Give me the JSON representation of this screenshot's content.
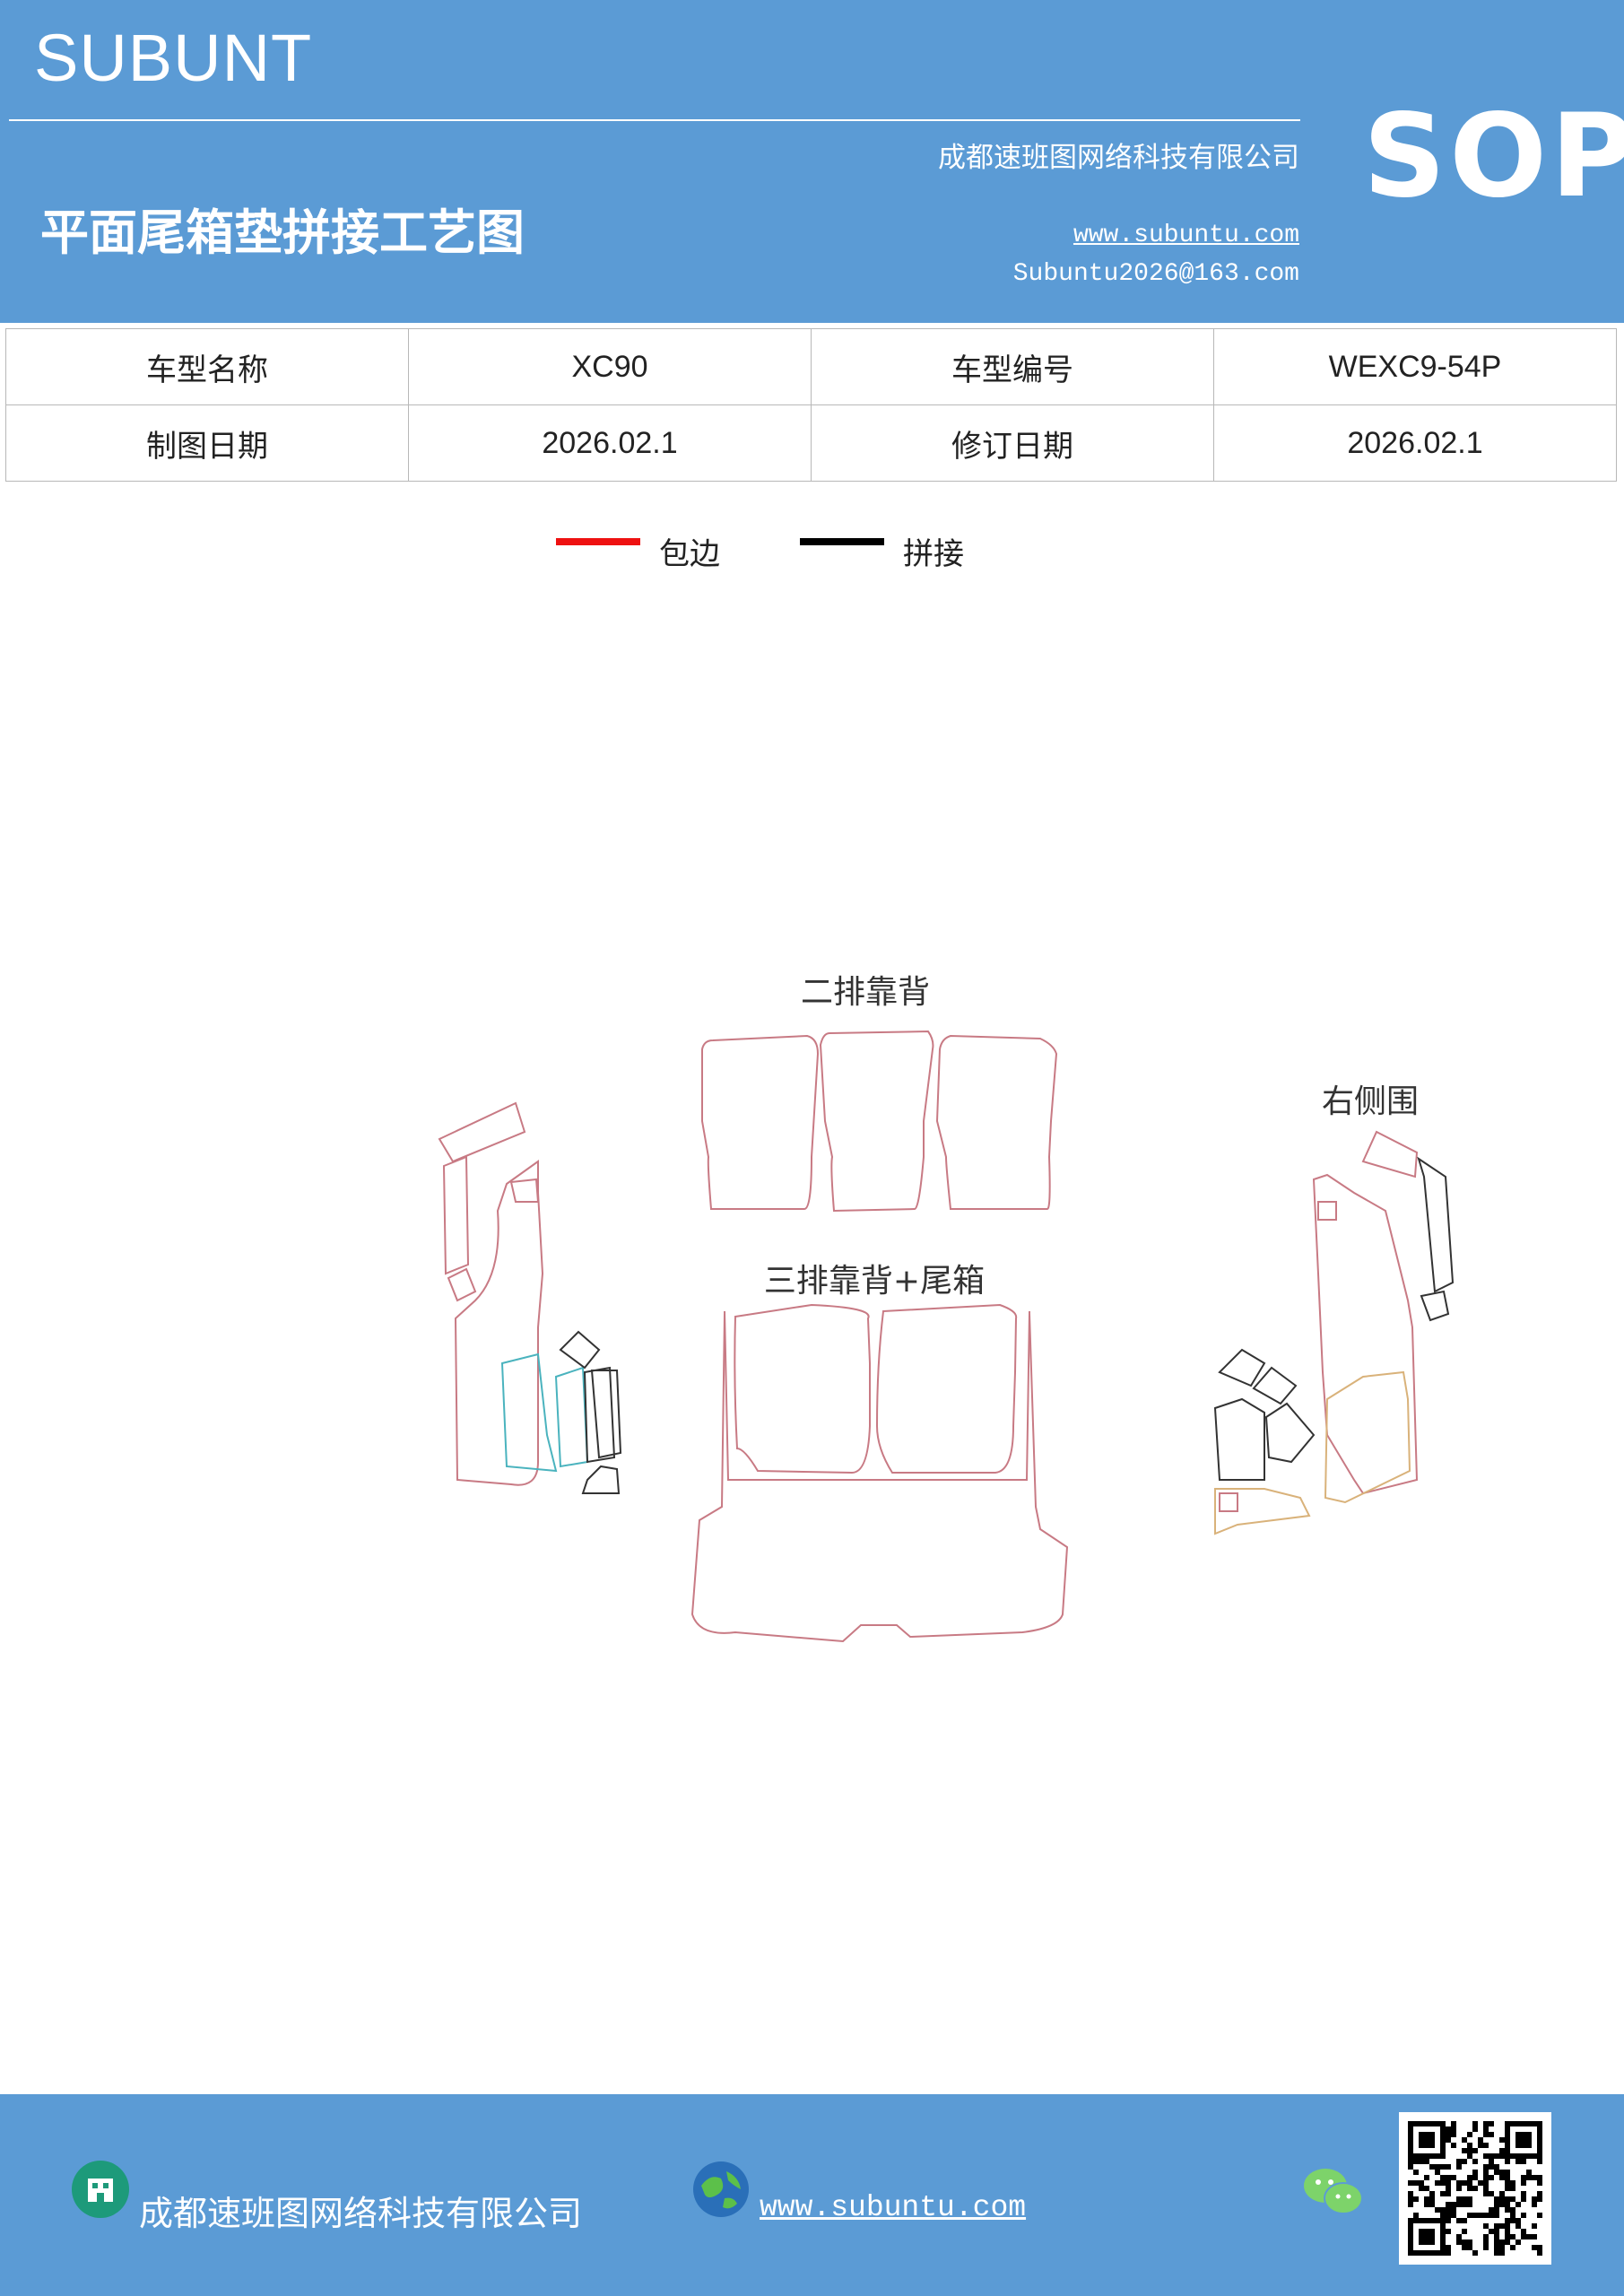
{
  "header": {
    "brand": "SUBUNT",
    "company": "成都速班图网络科技有限公司",
    "title": "平面尾箱垫拼接工艺图",
    "website": "www.subuntu.com",
    "email": "Subuntu2026@163.com",
    "badge": "SOP",
    "color": "#5b9bd5"
  },
  "info_table": {
    "rows": [
      [
        "车型名称",
        "XC90",
        "车型编号",
        "WEXC9-54P"
      ],
      [
        "制图日期",
        "2026.02.1",
        "修订日期",
        "2026.02.1"
      ]
    ]
  },
  "legend": {
    "items": [
      {
        "label": "包边",
        "color": "#ee1111"
      },
      {
        "label": "拼接",
        "color": "#000000"
      }
    ]
  },
  "diagram": {
    "labels": {
      "second_row": "二排靠背",
      "right_side": "右侧围",
      "third_row": "三排靠背+尾箱"
    },
    "colors": {
      "edge": "#c87a84",
      "joint": "#333333",
      "teal": "#4ab3be",
      "tan": "#d9b27a"
    }
  },
  "footer": {
    "company": "成都速班图网络科技有限公司",
    "website": "www.subuntu.com",
    "icons": [
      "building-icon",
      "globe-icon",
      "wechat-icon",
      "qr-code"
    ]
  }
}
